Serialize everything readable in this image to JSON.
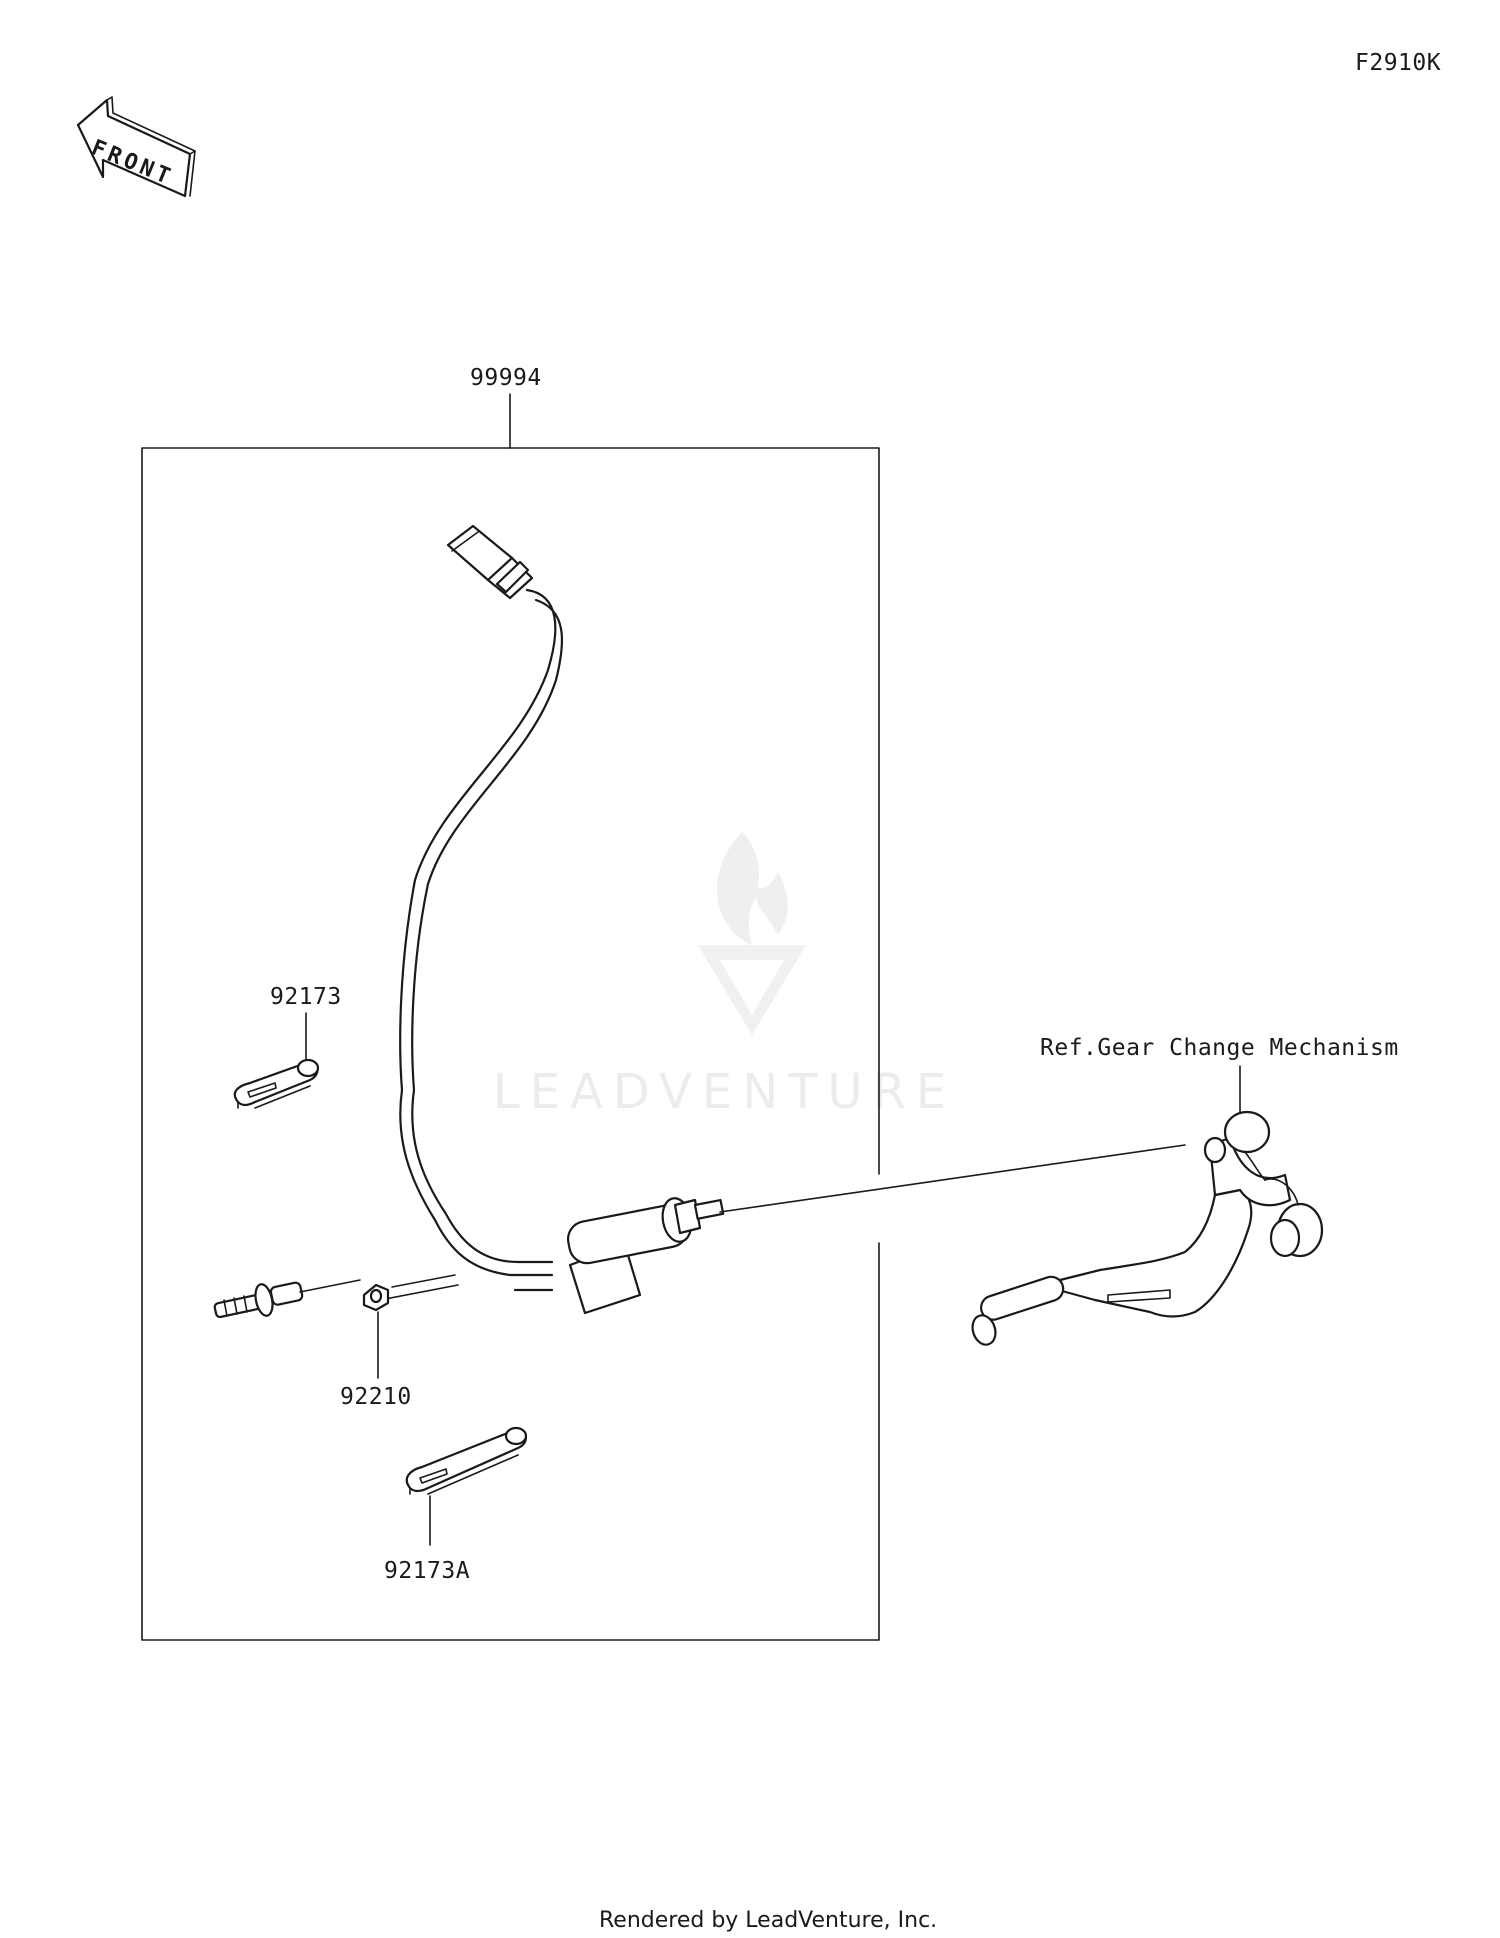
{
  "diagram_code": "F2910K",
  "front_label": "FRONT",
  "callouts": {
    "kit": "99994",
    "plate_upper": "92173",
    "nut": "92210",
    "plate_lower": "92173A",
    "reference": "Ref.Gear Change Mechanism"
  },
  "watermark": "LEADVENTURE",
  "footer": "Rendered by LeadVenture, Inc."
}
